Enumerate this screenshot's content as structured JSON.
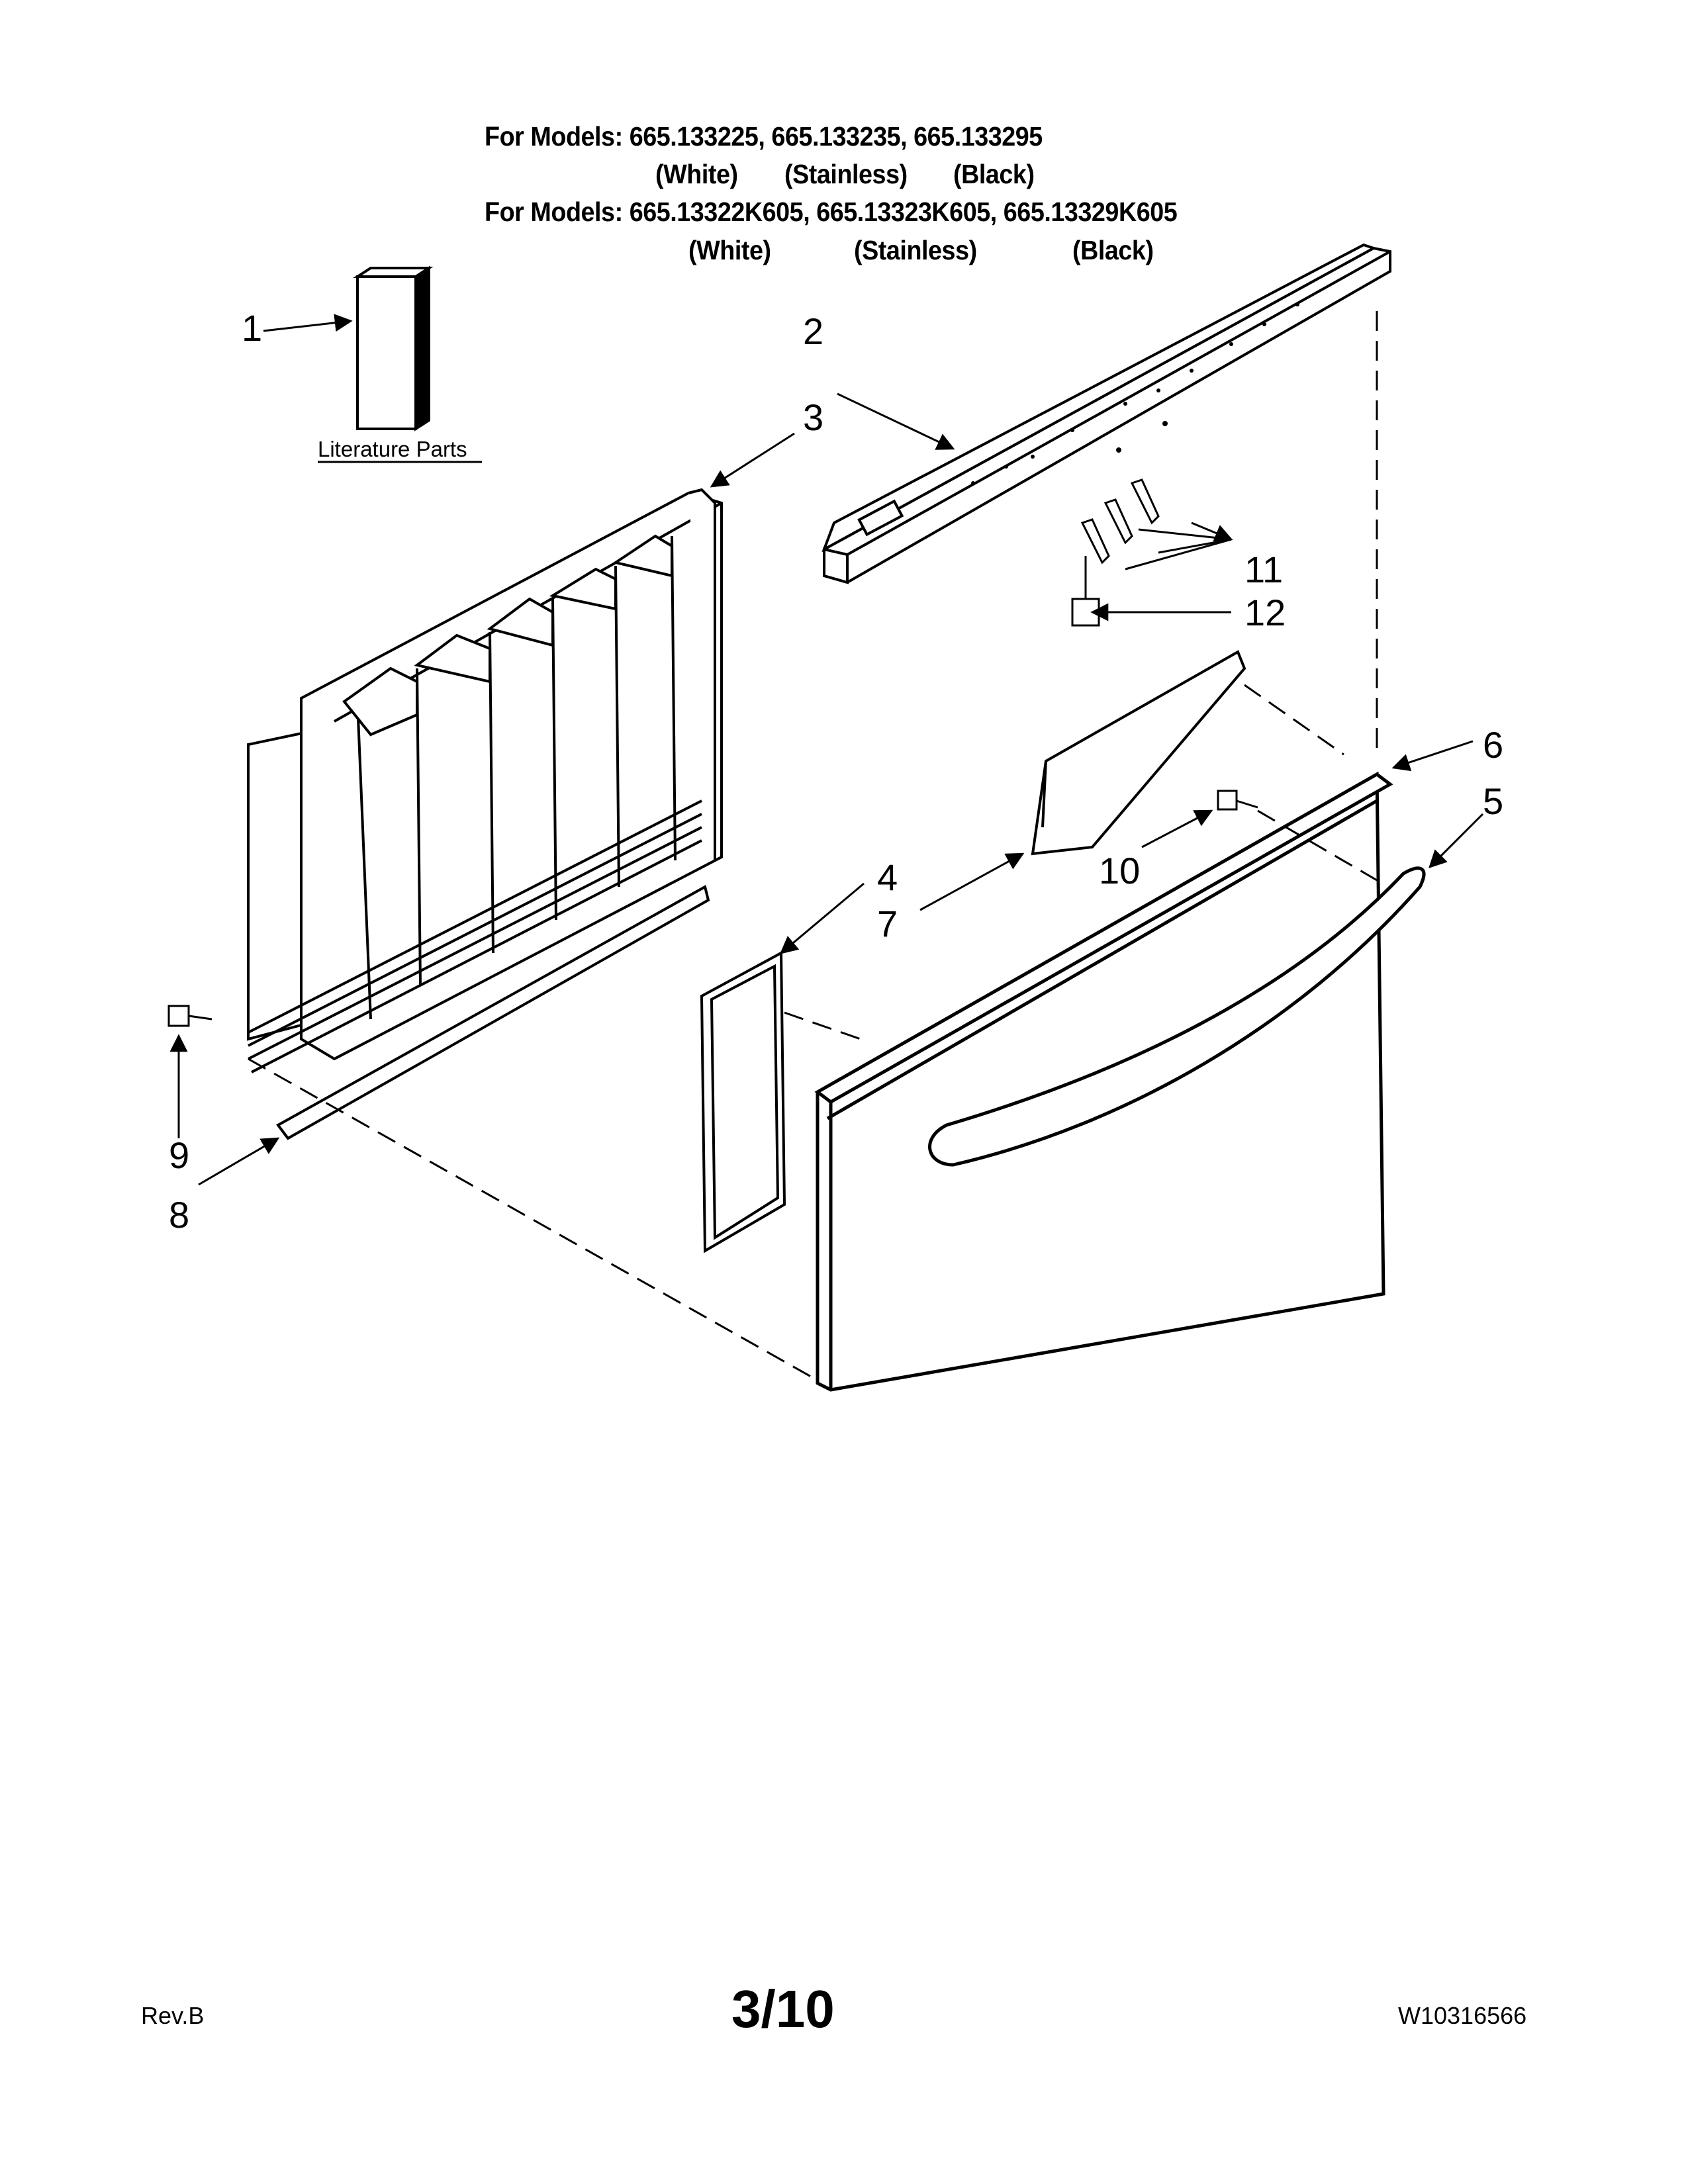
{
  "header": {
    "line1": "For Models: 665.133225, 665.133235, 665.133295",
    "line1_colors": [
      "(White)",
      "(Stainless)",
      "(Black)"
    ],
    "line2": "For Models: 665.13322K605, 665.13323K605, 665.13329K605",
    "line2_colors": [
      "(White)",
      "(Stainless)",
      "(Black)"
    ]
  },
  "literature_label": "Literature Parts",
  "callouts": [
    "1",
    "2",
    "3",
    "4",
    "5",
    "6",
    "7",
    "8",
    "9",
    "10",
    "11",
    "12"
  ],
  "footer": {
    "page": "3/10",
    "revision": "Rev.B",
    "doc_number": "W10316566"
  },
  "colors": {
    "ink": "#000000",
    "paper": "#ffffff"
  }
}
